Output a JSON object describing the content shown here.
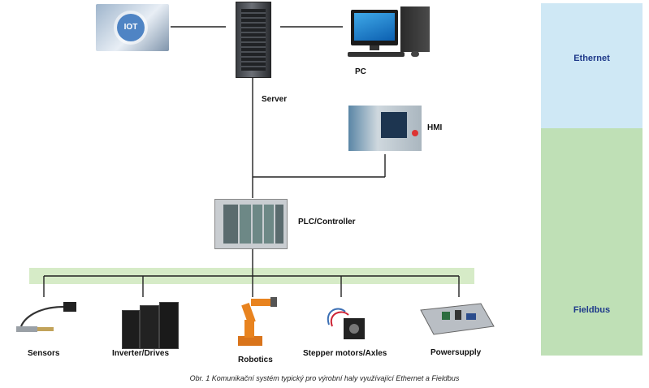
{
  "bands": {
    "ethernet_label": "Ethernet",
    "fieldbus_label": "Fieldbus",
    "ethernet_color": "#cfe8f5",
    "fieldbus_color": "#bfe0b6"
  },
  "nodes": {
    "iot_badge": "IOT",
    "server": "Server",
    "pc": "PC",
    "hmi": "HMI",
    "plc": "PLC/Controller",
    "sensors": "Sensors",
    "inverter": "Inverter/Drives",
    "robotics": "Robotics",
    "stepper": "Stepper motors/Axles",
    "power": "Powersupply"
  },
  "caption": "Obr. 1  Komunikační systém typický pro výrobní haly využívající Ethernet a Fieldbus"
}
